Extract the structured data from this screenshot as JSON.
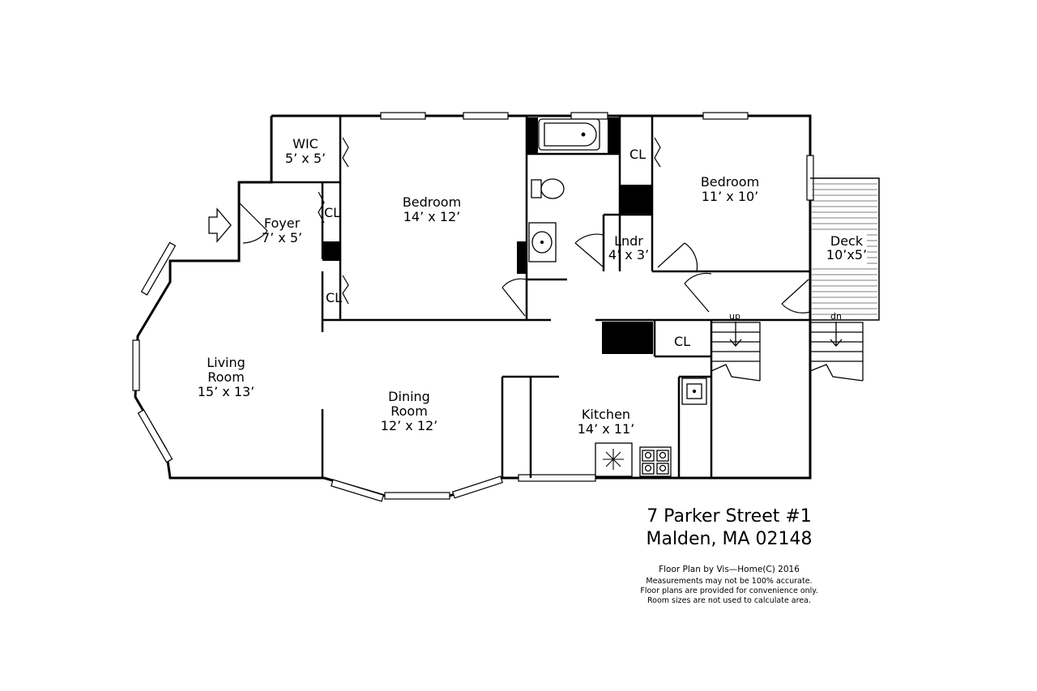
{
  "rooms": {
    "wic": {
      "name": "WIC",
      "size": "5’ x 5’"
    },
    "foyer": {
      "name": "Foyer",
      "size": "7’ x 5’"
    },
    "bedroom1": {
      "name": "Bedroom",
      "size": "14’ x 12’"
    },
    "bedroom2": {
      "name": "Bedroom",
      "size": "11’ x 10’"
    },
    "laundry": {
      "name": "Lndr",
      "size": "4’ x 3’"
    },
    "deck": {
      "name": "Deck",
      "size": "10’x5’"
    },
    "living": {
      "name1": "Living",
      "name2": "Room",
      "size": "15’ x 13’"
    },
    "dining": {
      "name1": "Dining",
      "name2": "Room",
      "size": "12’ x 12’"
    },
    "kitchen": {
      "name": "Kitchen",
      "size": "14’ x 11’"
    }
  },
  "closets": {
    "cl": "CL"
  },
  "stairs": {
    "up": "up",
    "down": "dn"
  },
  "address": {
    "line1": "7 Parker Street #1",
    "line2": "Malden, MA 02148"
  },
  "disclaimer": {
    "credit": "Floor Plan by Vis—Home(C) 2016",
    "line1": "Measurements may not be 100% accurate.",
    "line2": "Floor plans are provided for convenience only.",
    "line3": "Room sizes are not used to calculate area."
  }
}
